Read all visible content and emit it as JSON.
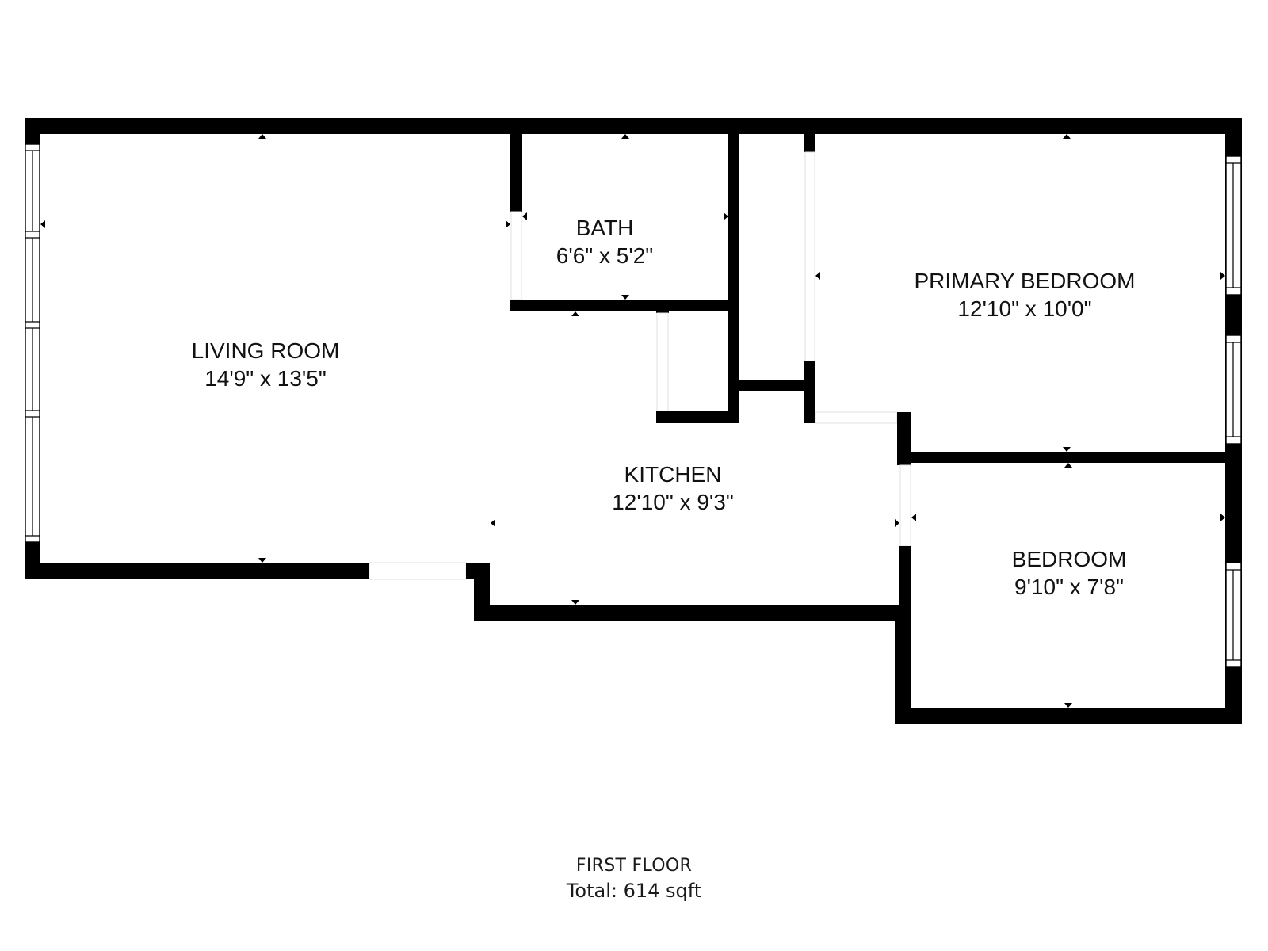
{
  "floor_plan": {
    "colors": {
      "wall": "#000000",
      "background": "#ffffff",
      "text": "#111111"
    },
    "rooms": [
      {
        "id": "living-room",
        "name": "LIVING ROOM",
        "dimensions": "14'9\" x 13'5\""
      },
      {
        "id": "bath",
        "name": "BATH",
        "dimensions": "6'6\" x 5'2\""
      },
      {
        "id": "primary-bedroom",
        "name": "PRIMARY BEDROOM",
        "dimensions": "12'10\" x 10'0\""
      },
      {
        "id": "kitchen",
        "name": "KITCHEN",
        "dimensions": "12'10\" x 9'3\""
      },
      {
        "id": "bedroom",
        "name": "BEDROOM",
        "dimensions": "9'10\" x 7'8\""
      }
    ],
    "footer": {
      "floor_name": "FIRST FLOOR",
      "total_area": "Total: 614 sqft"
    }
  }
}
